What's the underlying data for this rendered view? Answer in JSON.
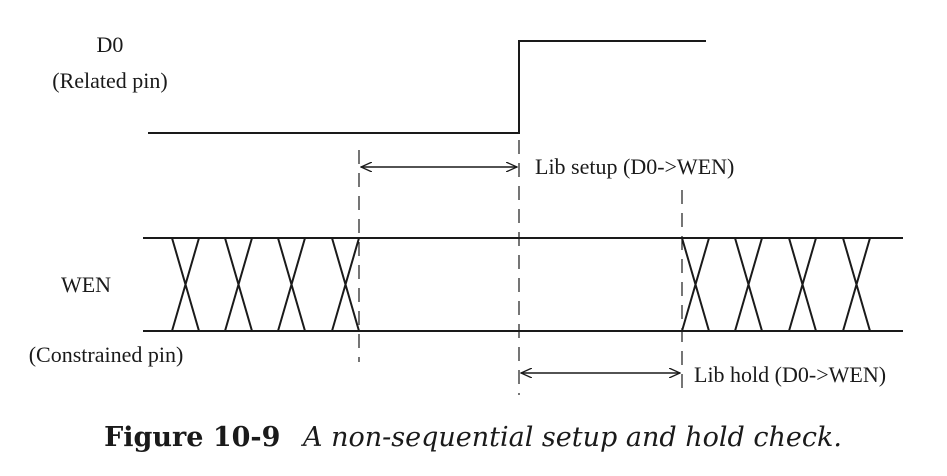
{
  "signals": {
    "d0_name": "D0",
    "d0_desc": "(Related pin)",
    "wen_name": "WEN",
    "wen_desc": "(Constrained pin)"
  },
  "annotations": {
    "setup_label": "Lib setup (D0->WEN)",
    "hold_label": "Lib hold (D0->WEN)"
  },
  "caption": {
    "number": "Figure 10-9",
    "text": "A non-sequential setup and hold check."
  }
}
